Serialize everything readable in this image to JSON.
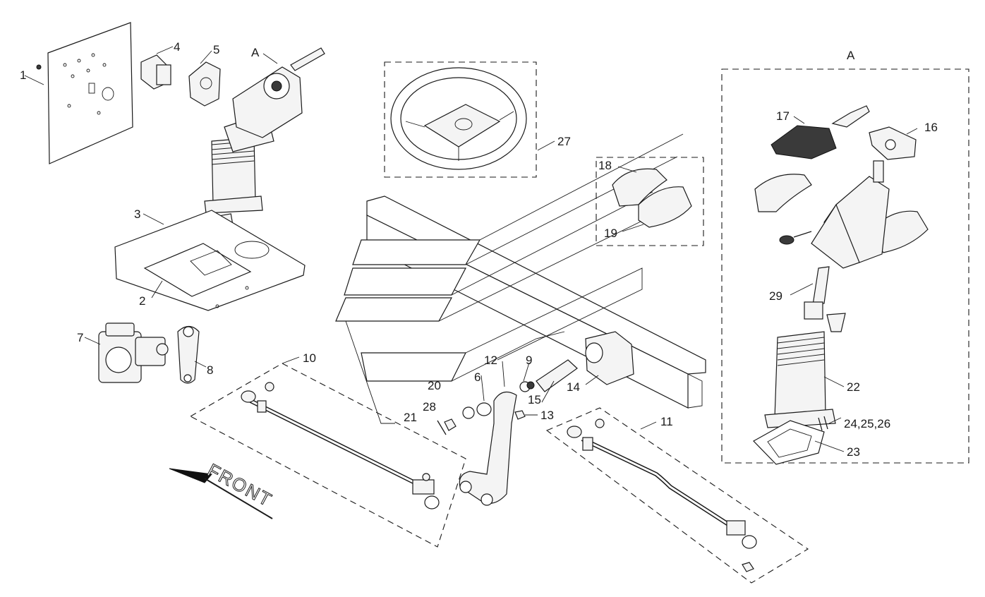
{
  "labels": {
    "p1": "1",
    "p2": "2",
    "p3": "3",
    "p4": "4",
    "p5": "5",
    "p6": "6",
    "p7": "7",
    "p8": "8",
    "p9": "9",
    "p10": "10",
    "p11": "11",
    "p12": "12",
    "p13": "13",
    "p14": "14",
    "p15": "15",
    "p16": "16",
    "p17": "17",
    "p18": "18",
    "p19": "19",
    "p20": "20",
    "p21": "21",
    "p22": "22",
    "p23": "23",
    "p24_26": "24,25,26",
    "p27": "27",
    "p28": "28",
    "p29": "29",
    "callout_a_left": "A",
    "callout_a_box": "A",
    "front": "FRONT"
  }
}
